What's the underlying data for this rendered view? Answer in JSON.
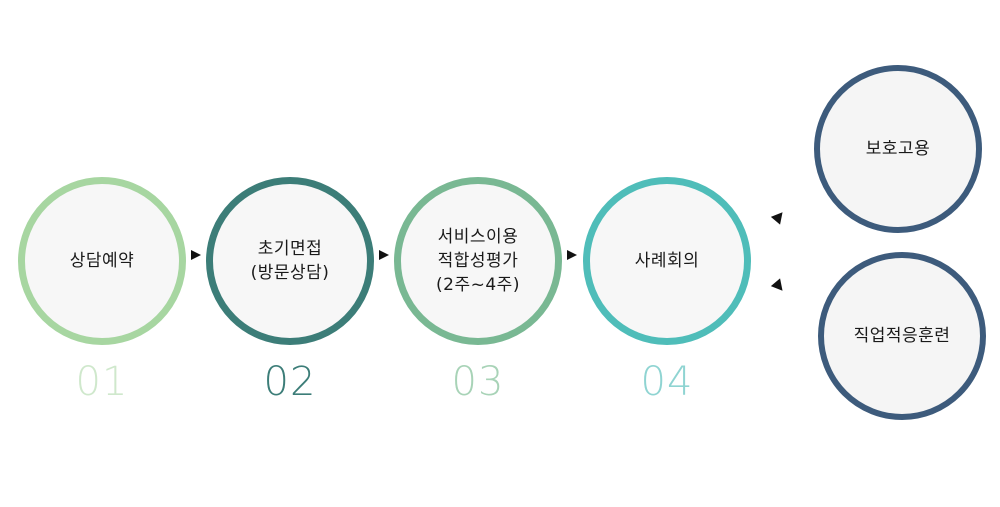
{
  "steps": [
    {
      "label_lines": [
        "상담예약"
      ],
      "number": "01",
      "color": "#a7d6a1",
      "number_color": "#cfe8cc"
    },
    {
      "label_lines": [
        "초기면접",
        "(방문상담)"
      ],
      "number": "02",
      "color": "#3c7d78",
      "number_color": "#3c7d78"
    },
    {
      "label_lines": [
        "서비스이용",
        "적합성평가",
        "(2주~4주)"
      ],
      "number": "03",
      "color": "#79b893",
      "number_color": "#a8d3b7"
    },
    {
      "label_lines": [
        "사례회의"
      ],
      "number": "04",
      "color": "#4fbdb9",
      "number_color": "#8fd4d2"
    }
  ],
  "outcomes": [
    {
      "label": "보호고용",
      "color": "#3d5b7c"
    },
    {
      "label": "직업적응훈련",
      "color": "#3d5b7c"
    }
  ]
}
